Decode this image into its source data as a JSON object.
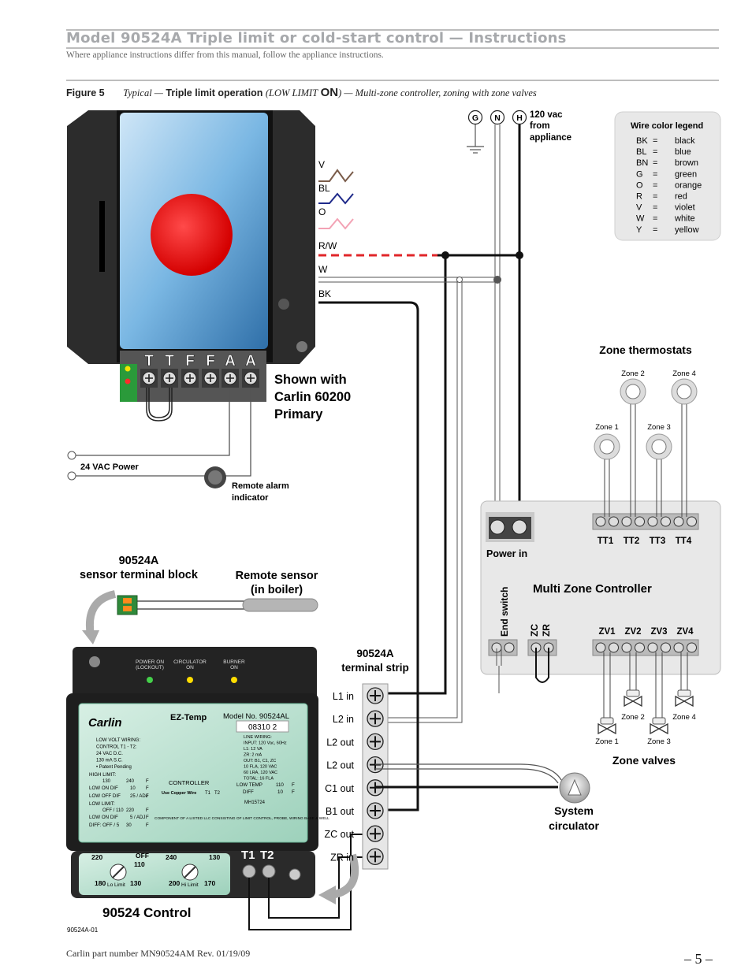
{
  "header": {
    "title": "Model 90524A Triple limit or cold-start control — Instructions",
    "subtitle": "Where appliance instructions differ from this manual, follow the appliance instructions."
  },
  "figure": {
    "label": "Figure 5",
    "typical": "Typical —",
    "operation": "Triple limit operation",
    "low_limit": "(LOW LIMIT",
    "on": "ON",
    "rest": ") — Multi-zone controller, zoning with zone valves",
    "id": "90524A-01"
  },
  "power": {
    "terminals": [
      "G",
      "N",
      "H"
    ],
    "label_lines": [
      "120 vac",
      "from",
      "appliance"
    ]
  },
  "legend": {
    "title": "Wire color legend",
    "rows": [
      {
        "code": "BK",
        "eq": "=",
        "color": "black"
      },
      {
        "code": "BL",
        "eq": "=",
        "color": "blue"
      },
      {
        "code": "BN",
        "eq": "=",
        "color": "brown"
      },
      {
        "code": "G",
        "eq": "=",
        "color": "green"
      },
      {
        "code": "O",
        "eq": "=",
        "color": "orange"
      },
      {
        "code": "R",
        "eq": "=",
        "color": "red"
      },
      {
        "code": "V",
        "eq": "=",
        "color": "violet"
      },
      {
        "code": "W",
        "eq": "=",
        "color": "white"
      },
      {
        "code": "Y",
        "eq": "=",
        "color": "yellow"
      }
    ]
  },
  "primary": {
    "wires": [
      "V",
      "BL",
      "O",
      "R/W",
      "W",
      "BK"
    ],
    "terminals": [
      "T",
      "T",
      "F",
      "F",
      "A",
      "A"
    ],
    "shown_with_lines": [
      "Shown with",
      "Carlin 60200",
      "Primary"
    ],
    "power_24": "24 VAC Power",
    "alarm_lines": [
      "Remote alarm",
      "indicator"
    ]
  },
  "sensor": {
    "block_lines": [
      "90524A",
      "sensor terminal block"
    ],
    "remote_lines": [
      "Remote sensor",
      "(in boiler)"
    ]
  },
  "control": {
    "lights": [
      "POWER ON",
      "(LOCKOUT)",
      "CIRCULATOR",
      "ON",
      "BURNER",
      "ON"
    ],
    "brand": "Carlin",
    "product": "EZ-Temp",
    "model": "Model No. 90524AL",
    "serial": "08310  2",
    "ratings_left": [
      "LOW VOLT WIRING:",
      "CONTROL T1 - T2:",
      "24 VAC  D.C.",
      "130 mA  S.C.",
      "• Patent Pending"
    ],
    "ratings_right": [
      "LINE WIRING:",
      "INPUT: 120 Vac, 60Hz",
      "L1:  12 VA",
      "ZR:  2 mA",
      "OUT: B1, C1, ZC",
      "10 FLA, 120 VAC",
      "60 LRA, 120 VAC",
      "TOTAL: 16 FLA"
    ],
    "high_limit": {
      "label": "HIGH LIMIT:",
      "from": "130",
      "to": "240",
      "unit": "F"
    },
    "low_on_dif": {
      "label": "LOW ON DIF",
      "val": "10",
      "unit": "F"
    },
    "low_off_dif": {
      "label": "LOW OFF DIF",
      "val": "25 / ADJ",
      "unit": "F"
    },
    "low_limit": {
      "label": "LOW LIMIT:",
      "from": "OFF / 110",
      "to": "220",
      "unit": "F"
    },
    "on_dif2": {
      "label": "LOW ON DIF",
      "val": "5 / ADJ",
      "unit": "F"
    },
    "off_dif2": {
      "label": "DIFF: OFF / 5",
      "to": "30",
      "unit": "F"
    },
    "low_temp": {
      "label": "LOW TEMP",
      "val": "110",
      "unit": "F"
    },
    "diff": {
      "label": "DIFF",
      "val": "10",
      "unit": "F"
    },
    "copper": "Use Copper Wire",
    "t1t2_small": [
      "T1",
      "T2"
    ],
    "controller_label": "CONTROLLER",
    "mh": "MH15724",
    "component": "COMPONENT OF A LISTED LLC CONSISTING OF LIMIT CONTROL, PROBE, WIRING BASE & WELL",
    "dial_lo": {
      "labels": [
        "220",
        "OFF",
        "110",
        "180",
        "130"
      ],
      "name": "Lo Limit"
    },
    "dial_hi": {
      "labels": [
        "240",
        "130",
        "200",
        "170"
      ],
      "name": "Hi Limit"
    },
    "t_labels": [
      "T1",
      "T2"
    ],
    "name": "90524 Control"
  },
  "strip": {
    "title_lines": [
      "90524A",
      "terminal strip"
    ],
    "terminals": [
      "L1 in",
      "L2 in",
      "L2 out",
      "L2 out",
      "C1 out",
      "B1 out",
      "ZC out",
      "ZR in"
    ]
  },
  "mzc": {
    "title": "Multi Zone Controller",
    "power_in": "Power in",
    "end_switch": "End switch",
    "zc": "ZC",
    "zr": "ZR",
    "tt": [
      "TT1",
      "TT2",
      "TT3",
      "TT4"
    ],
    "zv": [
      "ZV1",
      "ZV2",
      "ZV3",
      "ZV4"
    ]
  },
  "thermostats": {
    "title": "Zone thermostats",
    "zones": [
      "Zone 1",
      "Zone 2",
      "Zone 3",
      "Zone 4"
    ]
  },
  "valves": {
    "title": "Zone valves",
    "zones": [
      "Zone 1",
      "Zone 2",
      "Zone 3",
      "Zone 4"
    ]
  },
  "circulator": {
    "lines": [
      "System",
      "circulator"
    ]
  },
  "footer": {
    "part": "Carlin part number MN90524AM Rev. 01/19/09",
    "page": "– 5 –"
  }
}
